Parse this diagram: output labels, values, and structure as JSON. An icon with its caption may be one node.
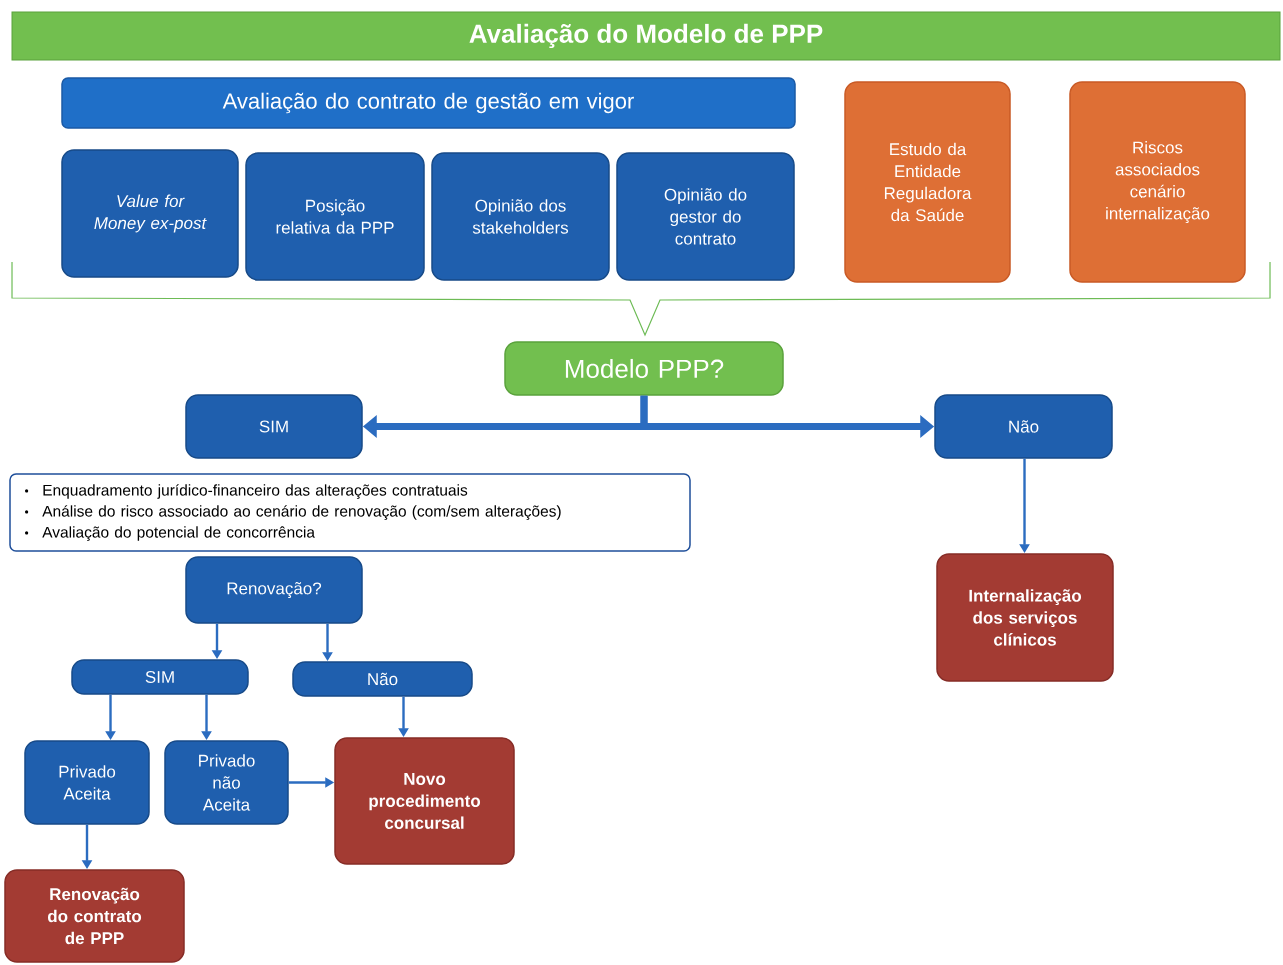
{
  "diagram": {
    "title": "Avaliação do Modelo de PPP",
    "nodes": [
      {
        "text": [
          "Avaliação do contrato de gestão em vigor"
        ]
      },
      {
        "text": [
          "Value for Money ex-post"
        ]
      },
      {
        "text": [
          "Posição relativa da PPP"
        ]
      },
      {
        "text": [
          "Opinião dos stakeholders"
        ]
      },
      {
        "text": [
          "Opinião do gestor do contrato"
        ]
      },
      {
        "text": [
          "Estudo da Entidade Reguladora da Saúde"
        ]
      },
      {
        "text": [
          "Riscos associados cenário internalização"
        ]
      },
      {
        "text": [
          "Modelo PPP?"
        ]
      },
      {
        "text": [
          "SIM"
        ]
      },
      {
        "text": [
          "Não"
        ]
      },
      {
        "text": [
          "Enquadramento jurídico-financeiro das alterações contratuais",
          "Análise do risco associado ao cenário de renovação (com/sem alterações)",
          "Avaliação do potencial de concorrência"
        ]
      },
      {
        "text": [
          "Renovação?"
        ]
      },
      {
        "text": [
          "Internalização dos serviços clínicos"
        ]
      },
      {
        "text": [
          "SIM"
        ]
      },
      {
        "text": [
          "Não"
        ]
      },
      {
        "text": [
          "Privado Aceita"
        ]
      },
      {
        "text": [
          "Privado não Aceita"
        ]
      },
      {
        "text": [
          "Novo procedimento concursal"
        ]
      },
      {
        "text": [
          "Renovação do contrato de PPP"
        ]
      }
    ],
    "edges": [
      {
        "from": 7,
        "to": 8,
        "arrow": "to",
        "style": "thick"
      },
      {
        "from": 7,
        "to": 9,
        "arrow": "to",
        "style": "thick"
      },
      {
        "from": 9,
        "to": 12,
        "arrow": "to"
      },
      {
        "from": 11,
        "to": 13,
        "arrow": "to"
      },
      {
        "from": 11,
        "to": 14,
        "arrow": "to"
      },
      {
        "from": 13,
        "to": 15,
        "arrow": "to"
      },
      {
        "from": 13,
        "to": 16,
        "arrow": "to"
      },
      {
        "from": 14,
        "to": 17,
        "arrow": "to"
      },
      {
        "from": 16,
        "to": 17,
        "arrow": "to"
      },
      {
        "from": 15,
        "to": 18,
        "arrow": "to"
      }
    ]
  }
}
